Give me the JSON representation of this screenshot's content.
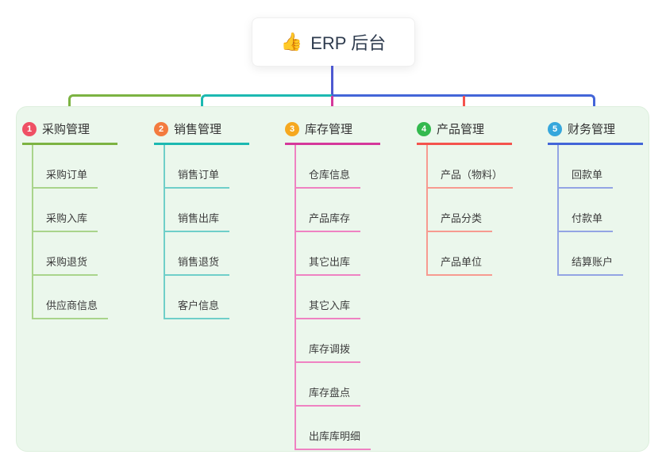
{
  "root": {
    "emoji": "👍",
    "title": "ERP 后台"
  },
  "connector": {
    "root_line_color": "#4d58d1"
  },
  "panel": {
    "background_color": "#ebf7ec"
  },
  "columns": [
    {
      "badge": "1",
      "badge_color": "#ef5064",
      "color": "#7cb342",
      "light_color": "#a9d48b",
      "label": "采购管理",
      "items": [
        "采购订单",
        "采购入库",
        "采购退货",
        "供应商信息"
      ]
    },
    {
      "badge": "2",
      "badge_color": "#f37b3f",
      "color": "#1cb9b1",
      "light_color": "#6fcfc9",
      "label": "销售管理",
      "items": [
        "销售订单",
        "销售出库",
        "销售退货",
        "客户信息"
      ]
    },
    {
      "badge": "3",
      "badge_color": "#f6a81f",
      "color": "#d5389b",
      "light_color": "#ef82c2",
      "label": "库存管理",
      "items": [
        "仓库信息",
        "产品库存",
        "其它出库",
        "其它入库",
        "库存调拨",
        "库存盘点",
        "出库库明细"
      ]
    },
    {
      "badge": "4",
      "badge_color": "#33b94e",
      "color": "#f4534d",
      "light_color": "#f79a90",
      "label": "产品管理",
      "items": [
        "产品（物料）",
        "产品分类",
        "产品单位"
      ]
    },
    {
      "badge": "5",
      "badge_color": "#36a7dc",
      "color": "#4365d8",
      "light_color": "#93a4e4",
      "label": "财务管理",
      "items": [
        "回款单",
        "付款单",
        "结算账户"
      ]
    }
  ]
}
